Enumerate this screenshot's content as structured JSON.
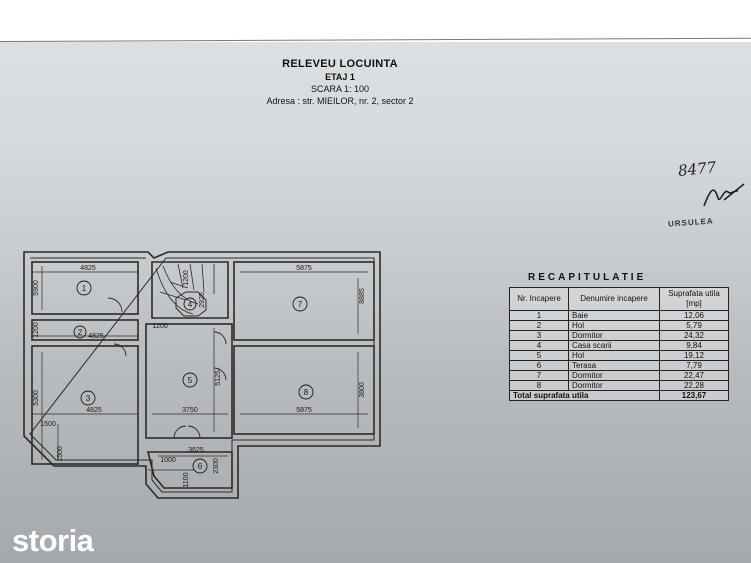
{
  "header": {
    "title": "RELEVEU LOCUINTA",
    "floor": "ETAJ 1",
    "scale": "SCARA 1: 100",
    "address": "Adresa : str. MIEILOR, nr. 2, sector 2"
  },
  "handwriting": {
    "number": "8477",
    "signature": "signature"
  },
  "stamp": {
    "text": "URSULEA"
  },
  "recap": {
    "title": "RECAPITULATIE",
    "headers": [
      "Nr. Incapere",
      "Denumire incapere",
      "Suprafata utila [mp]"
    ],
    "rows": [
      {
        "nr": "1",
        "name": "Baie",
        "area": "12,06"
      },
      {
        "nr": "2",
        "name": "Hol",
        "area": "5,79"
      },
      {
        "nr": "3",
        "name": "Dormitor",
        "area": "24,32"
      },
      {
        "nr": "4",
        "name": "Casa scarii",
        "area": "9,84"
      },
      {
        "nr": "5",
        "name": "Hol",
        "area": "19,12"
      },
      {
        "nr": "6",
        "name": "Terasa",
        "area": "7,79"
      },
      {
        "nr": "7",
        "name": "Dormitor",
        "area": "22,47"
      },
      {
        "nr": "8",
        "name": "Dormitor",
        "area": "22,28"
      }
    ],
    "total_label": "Total suprafata utila",
    "total_value": "123,67"
  },
  "plan": {
    "rooms": [
      "1",
      "2",
      "3",
      "4",
      "5",
      "6",
      "7",
      "8"
    ],
    "dims": [
      "4825",
      "5875",
      "5900",
      "1200",
      "4825",
      "2925",
      "8885",
      "1200",
      "5125",
      "5300",
      "4825",
      "3750",
      "5875",
      "3800",
      "1500",
      "1500",
      "3625",
      "1000",
      "2300",
      "1100",
      "1200"
    ]
  },
  "brand": {
    "logo": "storia"
  }
}
